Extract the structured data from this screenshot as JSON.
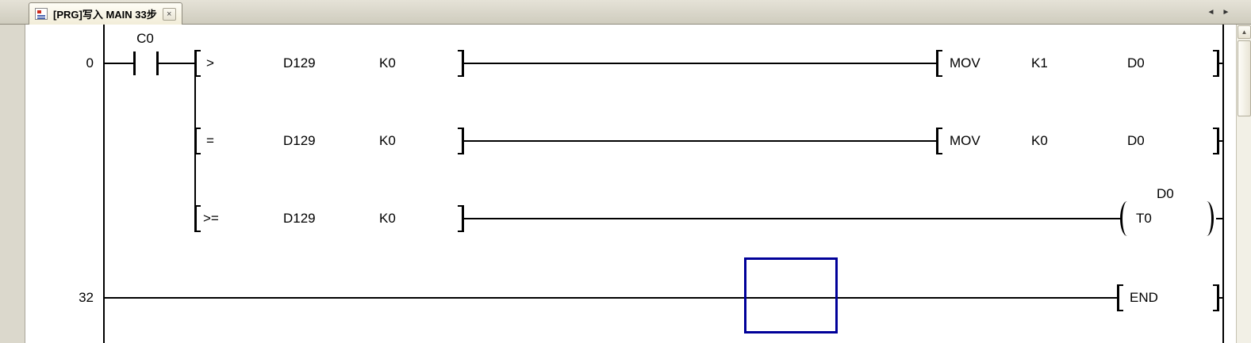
{
  "tab_bar": {
    "active_tab": {
      "icon": "program-icon",
      "title": "[PRG]写入 MAIN 33步",
      "close_label": "×"
    },
    "nav_prev": "◄",
    "nav_next": "►"
  },
  "scrollbar": {
    "up_arrow": "▲"
  },
  "ladder": {
    "rung0": {
      "step": "0",
      "contact_label": "C0",
      "rows": [
        {
          "op": ">",
          "arg1": "D129",
          "arg2": "K0",
          "out_instr": "MOV",
          "out_arg1": "K1",
          "out_arg2": "D0"
        },
        {
          "op": "=",
          "arg1": "D129",
          "arg2": "K0",
          "out_instr": "MOV",
          "out_arg1": "K0",
          "out_arg2": "D0"
        },
        {
          "op": ">=",
          "arg1": "D129",
          "arg2": "K0",
          "coil_device": "T0",
          "coil_setpoint": "D0"
        }
      ]
    },
    "rung32": {
      "step": "32",
      "instr": "END"
    },
    "colors": {
      "cursor_box": "#000099",
      "wire": "#000000"
    }
  }
}
